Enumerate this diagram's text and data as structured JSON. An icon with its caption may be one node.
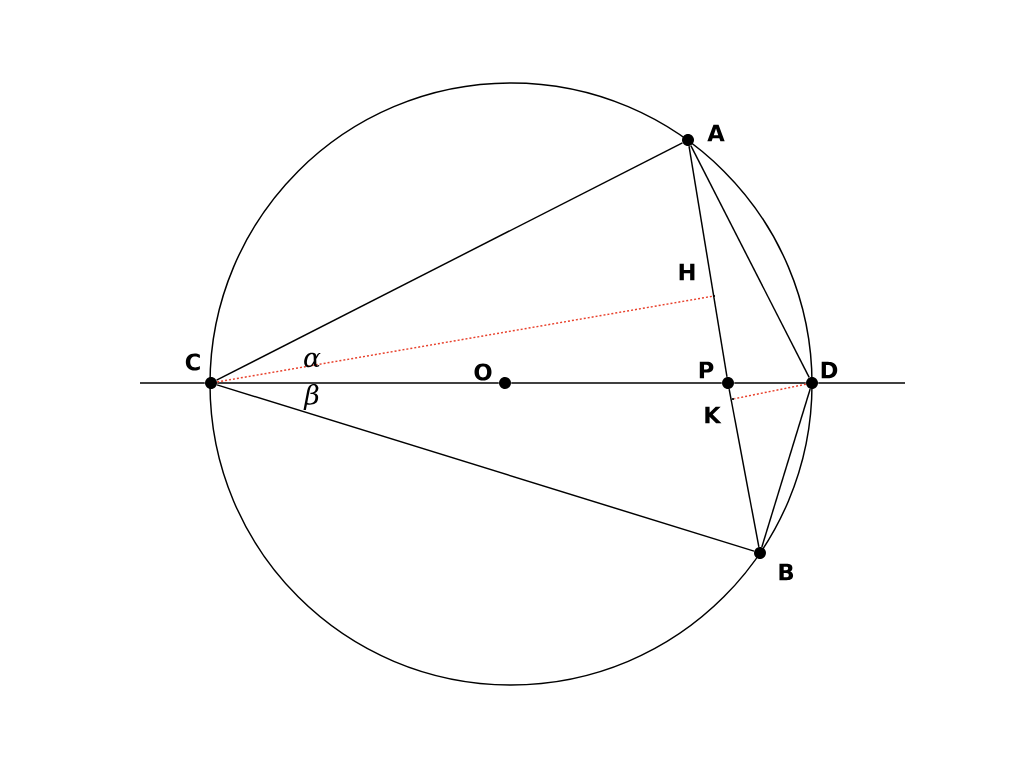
{
  "diagram": {
    "nodes": [
      {
        "text": [],
        "shape": "circle",
        "beside": [
          "A"
        ]
      },
      {
        "text": [],
        "shape": "circle",
        "beside": [
          "C"
        ]
      },
      {
        "text": [],
        "shape": "circle",
        "beside": [
          "O"
        ]
      },
      {
        "text": [],
        "shape": "circle",
        "beside": [
          "P"
        ]
      },
      {
        "text": [],
        "shape": "circle",
        "beside": [
          "D"
        ]
      },
      {
        "text": [],
        "shape": "circle",
        "beside": [
          "B"
        ]
      },
      {
        "text": [],
        "shape": "point",
        "beside": [
          "H"
        ]
      },
      {
        "text": [],
        "shape": "point",
        "beside": [
          "K"
        ]
      }
    ],
    "edges": [
      {
        "from": 1,
        "to": 0,
        "arrow": "none"
      },
      {
        "from": 0,
        "to": 3,
        "arrow": "none"
      },
      {
        "from": 3,
        "to": 5,
        "arrow": "none"
      },
      {
        "from": 0,
        "to": 4,
        "arrow": "none"
      },
      {
        "from": 4,
        "to": 5,
        "arrow": "none"
      },
      {
        "from": 1,
        "to": 5,
        "arrow": "none"
      },
      {
        "from": null,
        "to": 1,
        "arrow": "none"
      },
      {
        "from": 1,
        "to": 2,
        "arrow": "none"
      },
      {
        "from": 2,
        "to": 3,
        "arrow": "none"
      },
      {
        "from": 3,
        "to": 4,
        "arrow": "none"
      },
      {
        "from": 4,
        "to": null,
        "arrow": "none"
      },
      {
        "from": 1,
        "to": 6,
        "arrow": "none",
        "style": "dashed",
        "color": "#e8412c"
      },
      {
        "from": 4,
        "to": 7,
        "arrow": "none",
        "style": "dashed",
        "color": "#e8412c"
      }
    ],
    "labels": [
      "α",
      "β"
    ]
  }
}
